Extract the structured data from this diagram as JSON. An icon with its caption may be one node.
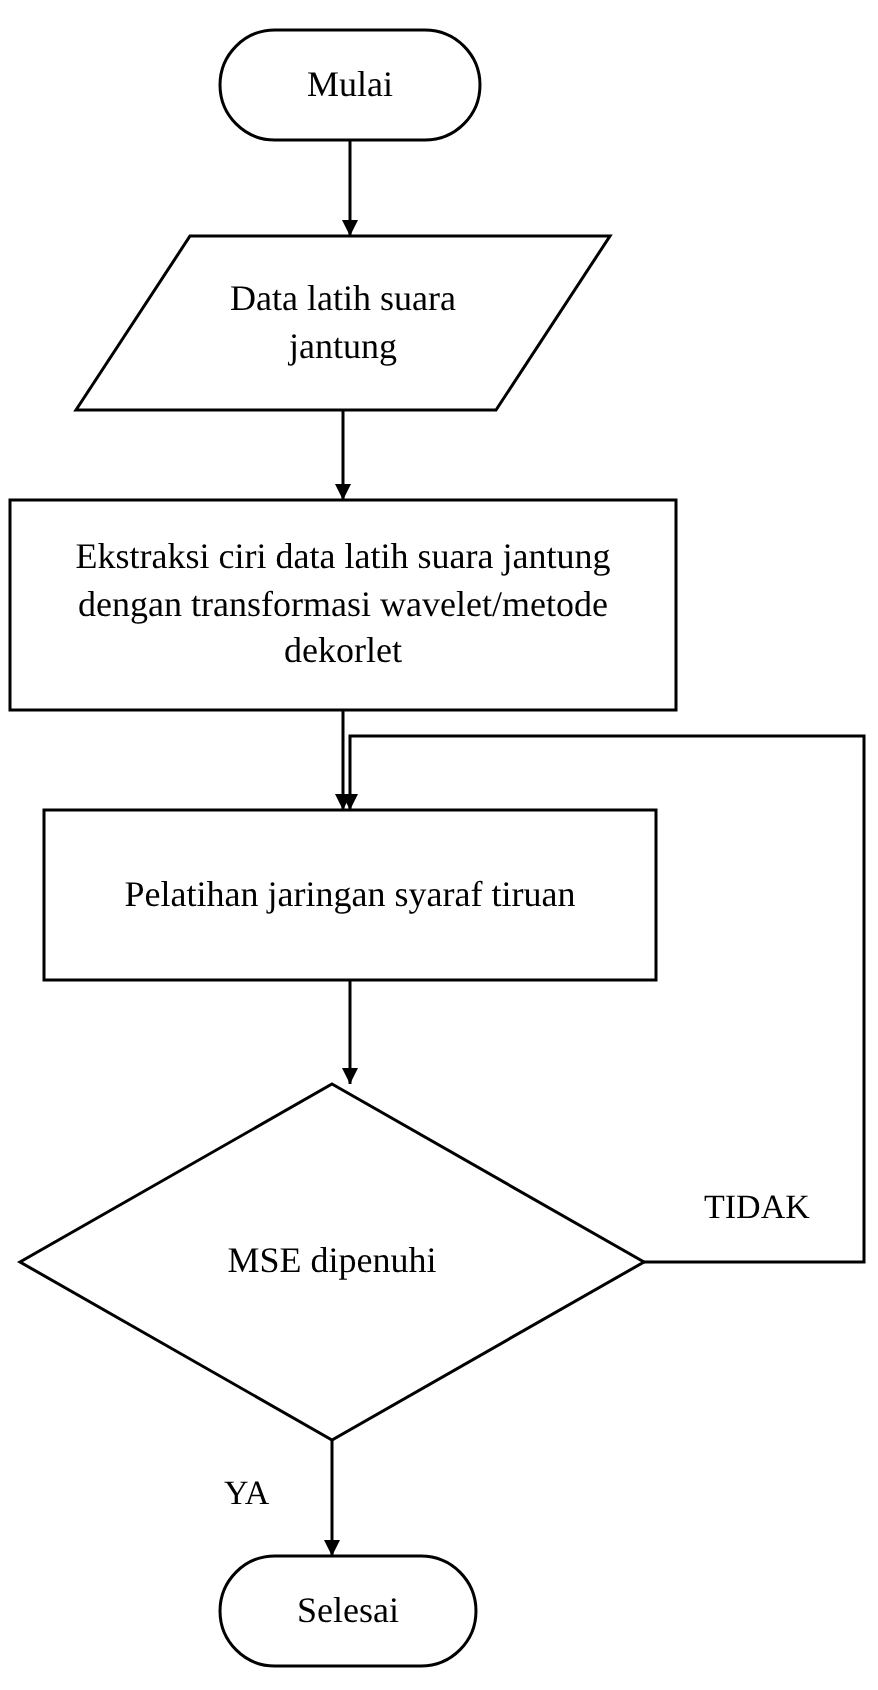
{
  "diagram": {
    "nodes": [
      {
        "text": [
          "Mulai"
        ]
      },
      {
        "text": [
          "Data latih suara jantung"
        ]
      },
      {
        "text": [
          "Ekstraksi ciri data latih suara jantung dengan transformasi wavelet/metode dekorlet"
        ]
      },
      {
        "text": [
          "Pelatihan jaringan syaraf tiruan"
        ]
      },
      {
        "text": [
          "MSE dipenuhi"
        ]
      },
      {
        "text": [
          "Selesai"
        ]
      }
    ],
    "edges": [
      {
        "from": 0,
        "to": 1,
        "arrow": "to"
      },
      {
        "from": 1,
        "to": 2,
        "arrow": "to"
      },
      {
        "from": 2,
        "to": 3,
        "arrow": "to"
      },
      {
        "from": 3,
        "to": 4,
        "arrow": "to"
      },
      {
        "from": 4,
        "to": 3,
        "arrow": "to",
        "label": "TIDAK"
      },
      {
        "from": 4,
        "to": 5,
        "arrow": "to",
        "label": "YA"
      }
    ]
  }
}
